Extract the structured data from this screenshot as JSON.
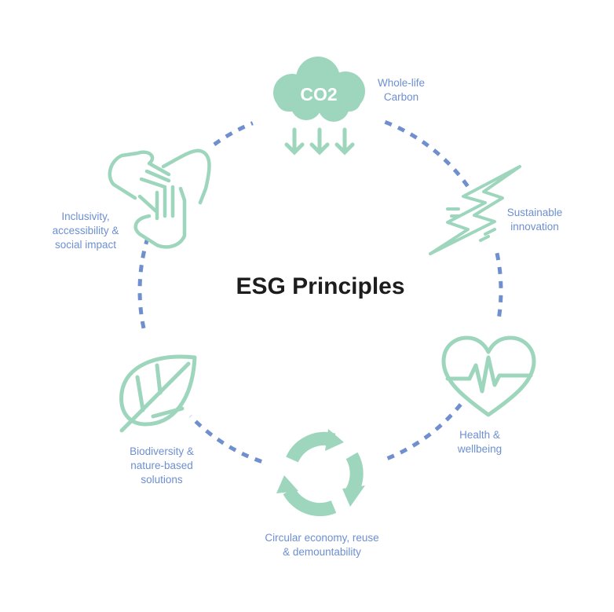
{
  "title": "ESG Principles",
  "colors": {
    "icon": "#9dd6bd",
    "label": "#6d8fd1",
    "ring": "#6f8fcf",
    "title": "#1d1d1d"
  },
  "principles": [
    {
      "label": "Whole-life\nCarbon",
      "icon": "co2-cloud-icon",
      "icon_text": "CO2"
    },
    {
      "label": "Sustainable\ninnovation",
      "icon": "lightning-bolt-icon"
    },
    {
      "label": "Health &\nwellbeing",
      "icon": "heart-pulse-icon"
    },
    {
      "label": "Circular economy, reuse\n& demountability",
      "icon": "recycle-arrows-icon"
    },
    {
      "label": "Biodiversity &\nnature-based\nsolutions",
      "icon": "leaf-icon"
    },
    {
      "label": "Inclusivity,\naccessibility &\nsocial impact",
      "icon": "joined-hands-icon"
    }
  ]
}
